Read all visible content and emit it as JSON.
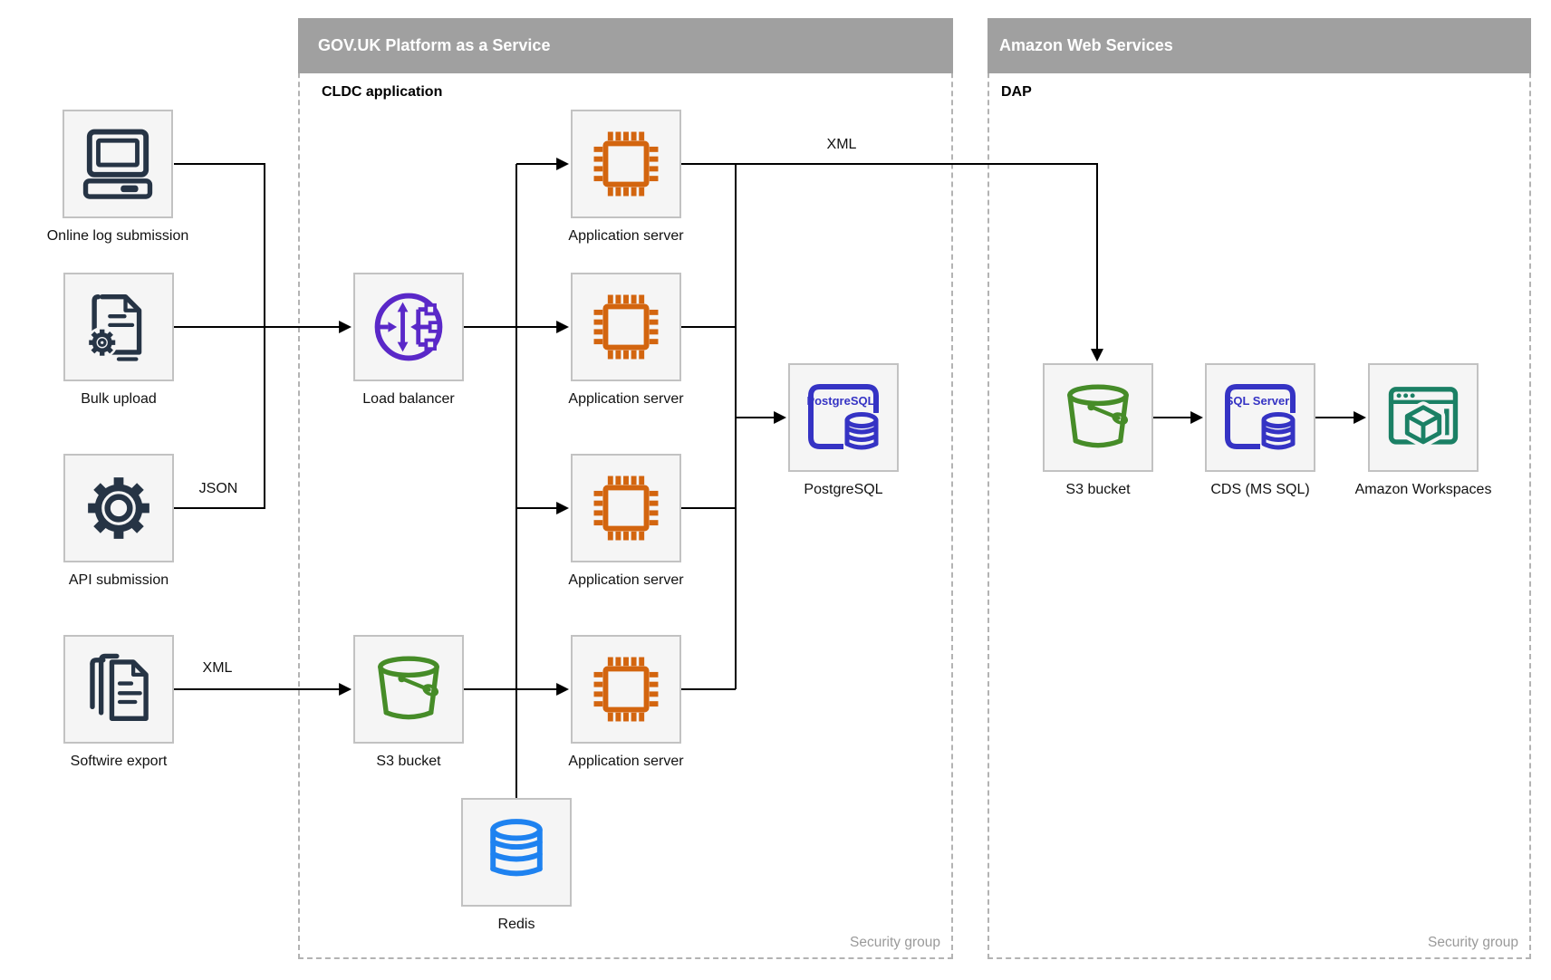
{
  "containers": {
    "paas": {
      "title": "GOV.UK Platform as a Service",
      "sublabel": "CLDC application",
      "footer": "Security group"
    },
    "aws": {
      "title": "Amazon Web Services",
      "sublabel": "DAP",
      "footer": "Security group"
    }
  },
  "nodes": {
    "online_log": {
      "label": "Online log submission",
      "icon": "desktop-computer-icon"
    },
    "bulk_upload": {
      "label": "Bulk upload",
      "icon": "document-gear-icon"
    },
    "api_submission": {
      "label": "API submission",
      "icon": "gear-icon"
    },
    "softwire_export": {
      "label": "Softwire export",
      "icon": "documents-stack-icon"
    },
    "load_balancer": {
      "label": "Load balancer",
      "icon": "load-balancer-icon"
    },
    "s3_bucket_paas": {
      "label": "S3 bucket",
      "icon": "s3-bucket-icon"
    },
    "app_server": {
      "label": "Application server",
      "icon": "chip-icon"
    },
    "postgresql": {
      "label": "PostgreSQL",
      "icon": "postgresql-database-icon"
    },
    "redis": {
      "label": "Redis",
      "icon": "database-cylinder-icon"
    },
    "s3_bucket_aws": {
      "label": "S3 bucket",
      "icon": "s3-bucket-icon"
    },
    "cds": {
      "label": "CDS (MS SQL)",
      "icon": "sql-server-database-icon"
    },
    "workspaces": {
      "label": "Amazon Workspaces",
      "icon": "workspaces-icon"
    }
  },
  "edge_labels": {
    "xml_top": "XML",
    "json": "JSON",
    "xml_bottom": "XML"
  },
  "icon_texts": {
    "postgresql": "PostgreSQL",
    "sqlserver": "SQL Server"
  },
  "colors": {
    "header_gray": "#a0a0a0",
    "dashed_border": "#b3b3b3",
    "node_fill": "#f5f5f5",
    "node_border": "#c2c2c2",
    "navy": "#263445",
    "orange": "#d3650f",
    "purple": "#5a28c8",
    "green": "#468c28",
    "indigo": "#3533c4",
    "blue": "#1e82f0",
    "teal": "#1b8065",
    "line_black": "#000000",
    "footer_gray": "#9a9a9a"
  }
}
